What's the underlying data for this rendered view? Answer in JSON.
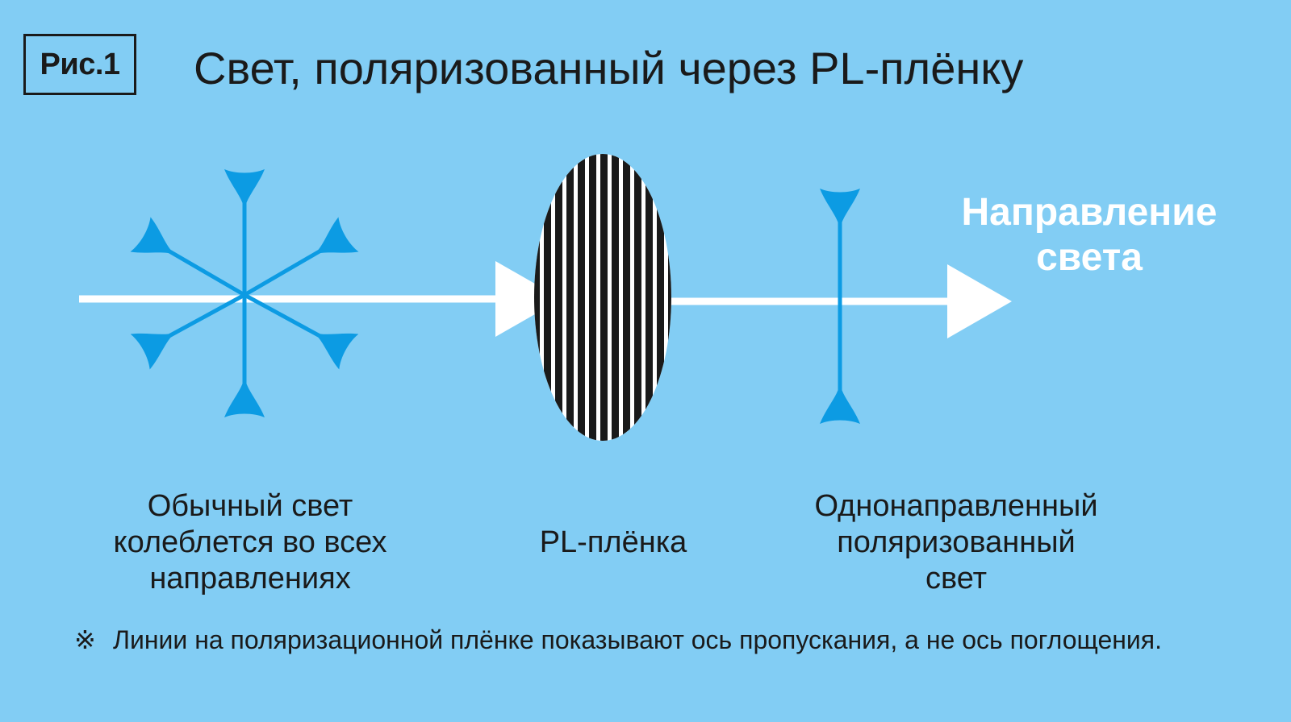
{
  "figure_label": "Рис.1",
  "title": "Свет, поляризованный через PL-плёнку",
  "labels": {
    "ordinary_light": [
      "Обычный свет",
      "колеблется во всех",
      "направлениях"
    ],
    "pl_film": "PL-плёнка",
    "polarized_light": [
      "Однонаправленный",
      "поляризованный",
      "свет"
    ],
    "light_direction": [
      "Направление",
      "света"
    ]
  },
  "note": {
    "mark": "※",
    "text": "Линии на поляризационной плёнке показывают ось пропускания, а не ось поглощения."
  },
  "colors": {
    "background": "#82cdf4",
    "vibration_arrow": "#0c9be3",
    "light_ray": "#ffffff",
    "film": "#1a1a1a",
    "text": "#1a1a1a"
  },
  "icons": {
    "ordinary_light": "six-direction-arrow-star",
    "film": "striped-ellipse",
    "polarized": "vertical-double-arrow"
  }
}
